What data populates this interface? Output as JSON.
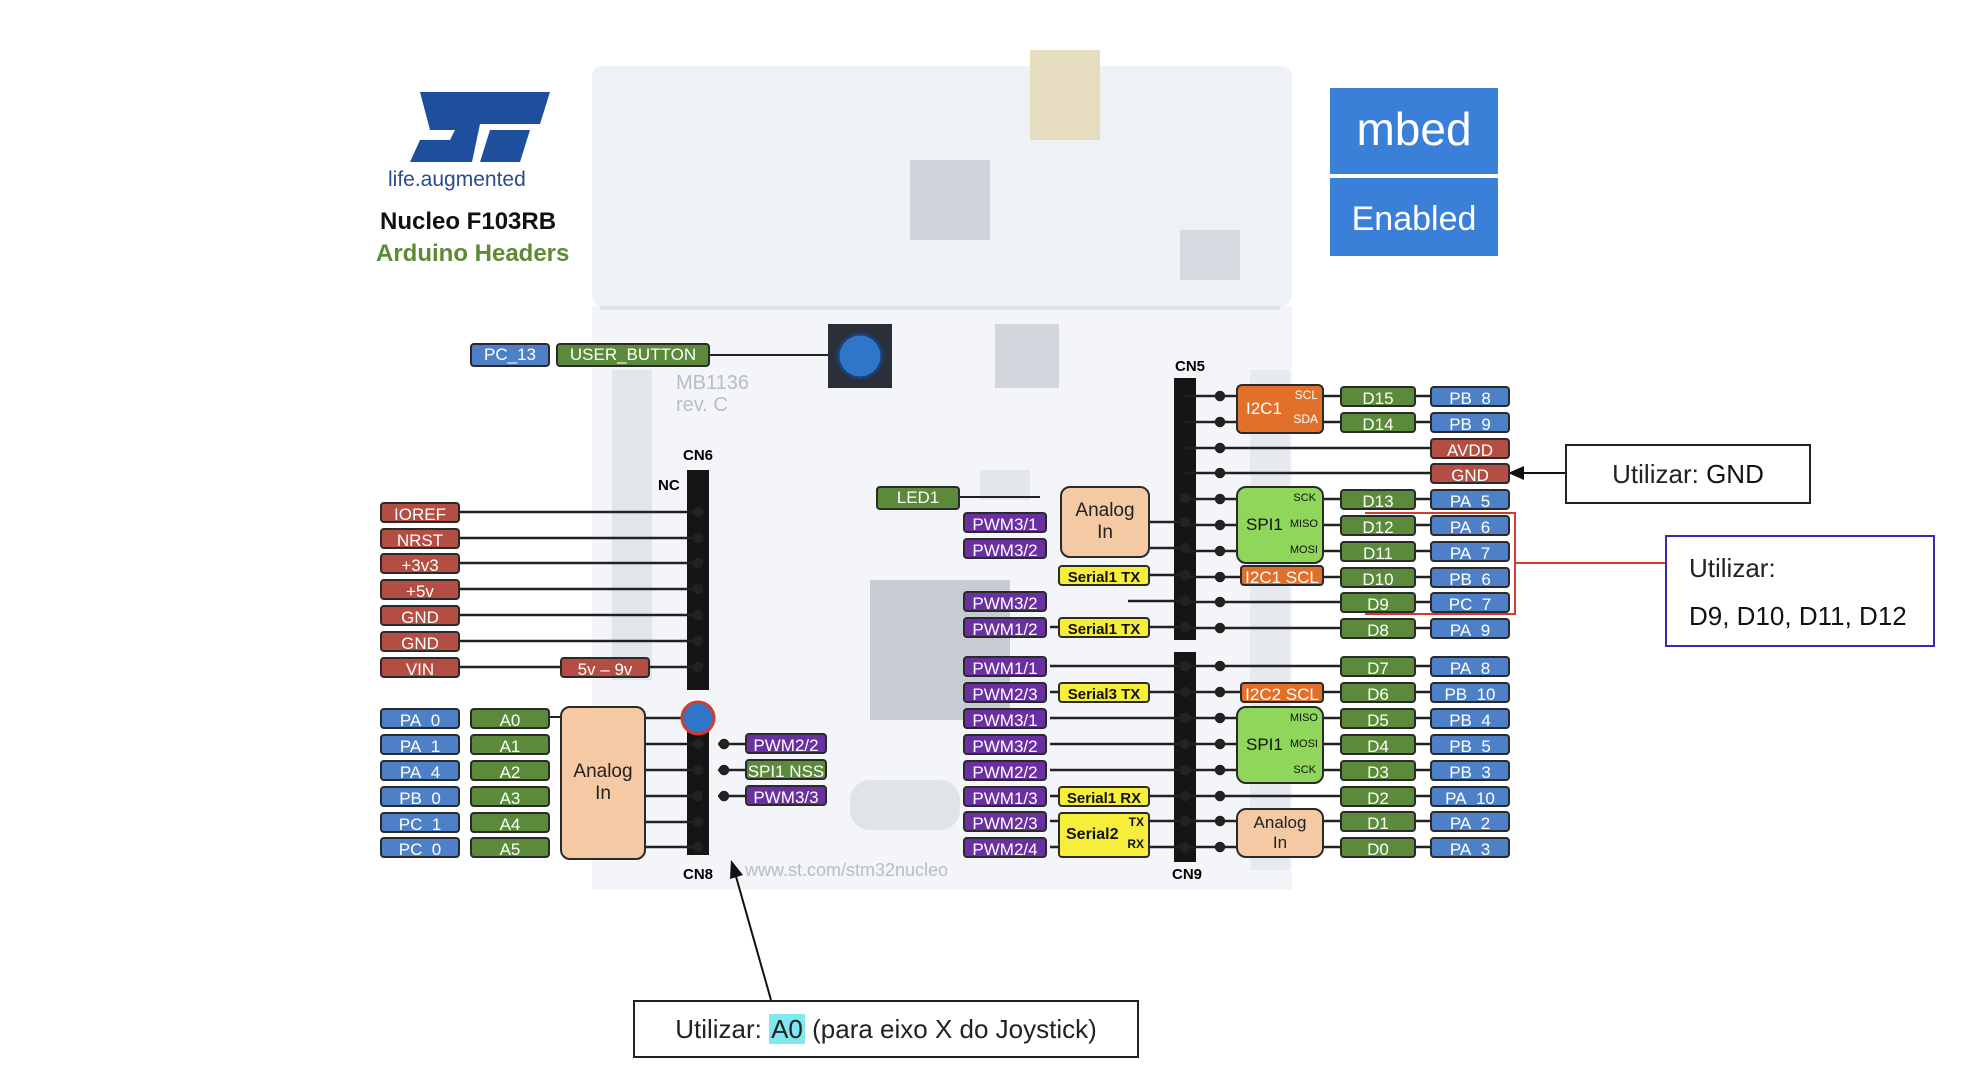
{
  "logos": {
    "st_tagline": "life.augmented",
    "mbed_top": "mbed",
    "mbed_bottom": "Enabled"
  },
  "title": {
    "line1": "Nucleo F103RB",
    "line2": "Arduino Headers"
  },
  "colors": {
    "blue": "#4e80c8",
    "green": "#5a8a3a",
    "red": "#b44d42",
    "purple": "#6a2fa0",
    "orange": "#e0702a",
    "yellow": "#f6ee3a",
    "peach": "#f5c9a3",
    "lime": "#8fd65a",
    "mbed": "#3a7fd8",
    "highlight": "#7fe8f0",
    "callout_border_purple": "#3a2ab0"
  },
  "connectors": {
    "cn5": "CN5",
    "cn6": "CN6",
    "cn8": "CN8",
    "cn9": "CN9",
    "nc": "NC"
  },
  "board_text": {
    "url": "www.st.com/stm32nucleo",
    "model": "MB1136",
    "rev": "rev. C"
  },
  "user_button": {
    "pin": "PC_13",
    "name": "USER_BUTTON"
  },
  "led1": "LED1",
  "cn6_pins": [
    "IOREF",
    "NRST",
    "+3v3",
    "+5v",
    "GND",
    "GND",
    "VIN"
  ],
  "vin_range": "5v – 9v",
  "cn8": {
    "ports": [
      "PA_0",
      "PA_1",
      "PA_4",
      "PB_0",
      "PC_1",
      "PC_0"
    ],
    "analog": [
      "A0",
      "A1",
      "A2",
      "A3",
      "A4",
      "A5"
    ],
    "group": "Analog In",
    "extras": [
      "PWM2/2",
      "SPI1 NSS",
      "PWM3/3"
    ]
  },
  "cn5": {
    "digital": [
      "D15",
      "D14",
      "",
      "",
      "D13",
      "D12",
      "D11",
      "D10",
      "D9",
      "D8"
    ],
    "ports": [
      "PB_8",
      "PB_9",
      "AVDD",
      "GND",
      "PA_5",
      "PA_6",
      "PA_7",
      "PB_6",
      "PC_7",
      "PA_9"
    ],
    "i2c1": "I2C1",
    "scl": "SCL",
    "sda": "SDA",
    "spi1": "SPI1",
    "sck": "SCK",
    "miso": "MISO",
    "mosi": "MOSI",
    "i2c1_scl": "I2C1 SCL",
    "analog_group": "Analog In",
    "pwm": [
      "PWM3/1",
      "PWM3/2",
      "PWM3/2",
      "PWM1/2"
    ],
    "serial": [
      "Serial1 TX",
      "Serial1 TX"
    ]
  },
  "cn9": {
    "digital": [
      "D7",
      "D6",
      "D5",
      "D4",
      "D3",
      "D2",
      "D1",
      "D0"
    ],
    "ports": [
      "PA_8",
      "PB_10",
      "PB_4",
      "PB_5",
      "PB_3",
      "PA_10",
      "PA_2",
      "PA_3"
    ],
    "i2c2_scl": "I2C2 SCL",
    "spi1": "SPI1",
    "miso": "MISO",
    "mosi": "MOSI",
    "sck": "SCK",
    "analog_group": "Analog In",
    "pwm": [
      "PWM1/1",
      "PWM2/3",
      "PWM3/1",
      "PWM3/2",
      "PWM2/2",
      "PWM1/3",
      "PWM2/3",
      "PWM2/4"
    ],
    "serial3": "Serial3 TX",
    "serial1rx": "Serial1 RX",
    "serial2": "Serial2",
    "tx": "TX",
    "rx": "RX"
  },
  "callouts": {
    "gnd_prefix": "Utilizar: ",
    "gnd_value": "GND",
    "dpins_title": "Utilizar:",
    "dpins_value": "D9, D10, D11, D12",
    "a0_prefix": "Utilizar: ",
    "a0_value": "A0",
    "a0_suffix": " (para eixo X do Joystick)"
  }
}
